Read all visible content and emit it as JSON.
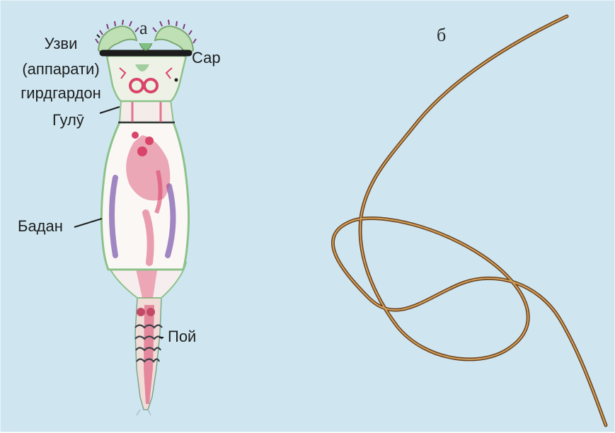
{
  "panels": {
    "a": {
      "letter": "а"
    },
    "b": {
      "letter": "б"
    }
  },
  "labels": {
    "crown_line1": "Узви",
    "crown_line2": "(аппарати)",
    "crown_line3": "гирдгардон",
    "head": "Сар",
    "neck": "Гулӯ",
    "body": "Бадан",
    "foot": "Пой"
  },
  "colors": {
    "background": "#cfe6f1",
    "body_fill": "#fbf7f4",
    "body_outline": "#8cc28a",
    "organs": "#d8446a",
    "muscle": "#8f73b8",
    "cilia": "#7b3b7a",
    "worm": "#8a5a28"
  }
}
